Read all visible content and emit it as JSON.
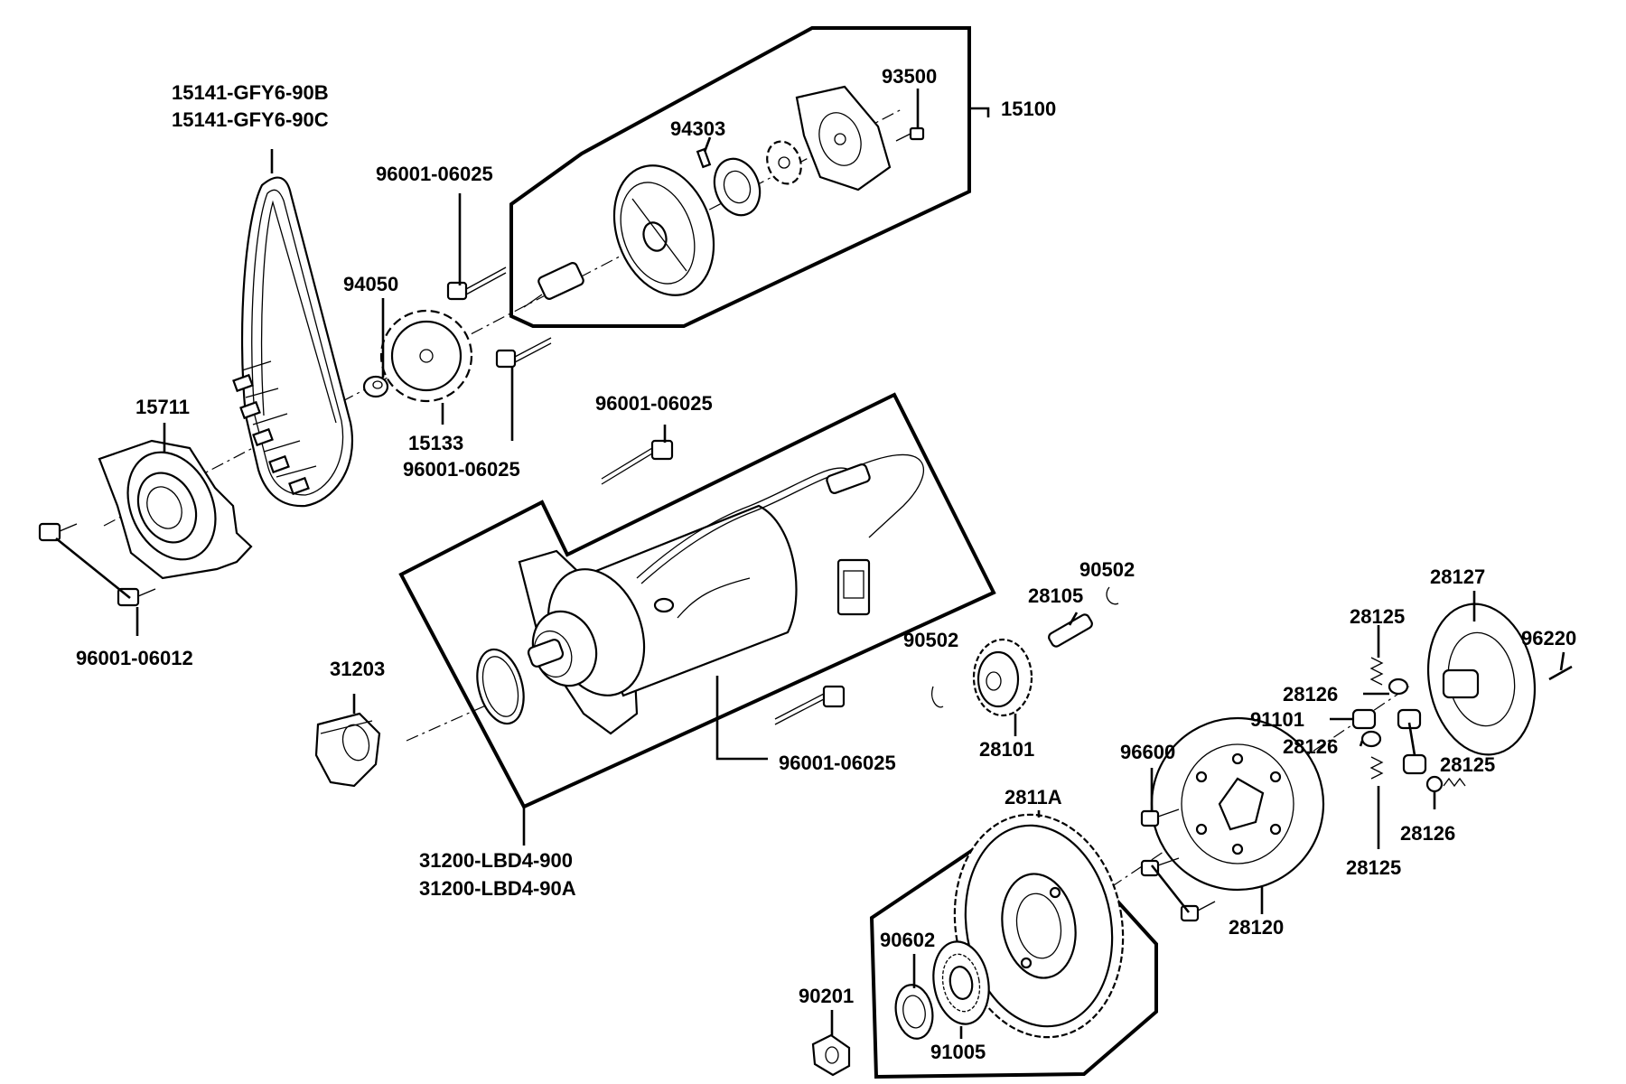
{
  "labels": {
    "chain_a": "15141-GFY6-90B",
    "chain_b": "15141-GFY6-90C",
    "bolt_top": "96001-06025",
    "nut_94050": "94050",
    "pin_94303": "94303",
    "bolt_93500": "93500",
    "pump_assy": "15100",
    "cover_15711": "15711",
    "sprocket_15133": "15133",
    "bolt_sprocket": "96001-06025",
    "bolt_motor_top": "96001-06025",
    "bolt_cover": "96001-06012",
    "motor_a": "31200-LBD4-900",
    "motor_b": "31200-LBD4-90A",
    "cap_31203": "31203",
    "bolt_motor_bottom": "96001-06025",
    "clip_90502_a": "90502",
    "clip_90502_b": "90502",
    "shaft_28105": "28105",
    "gear_28101": "28101",
    "clutch_28127": "28127",
    "spring_28125_a": "28125",
    "pin_96220": "96220",
    "cap_28126_a": "28126",
    "roller_91101": "91101",
    "cap_28126_b": "28126",
    "spring_28125_b": "28125",
    "bolt_96600": "96600",
    "gear_2811A": "2811A",
    "cap_28126_c": "28126",
    "spring_28125_c": "28125",
    "outer_28120": "28120",
    "washer_90602": "90602",
    "nut_90201": "90201",
    "bearing_91005": "91005"
  }
}
